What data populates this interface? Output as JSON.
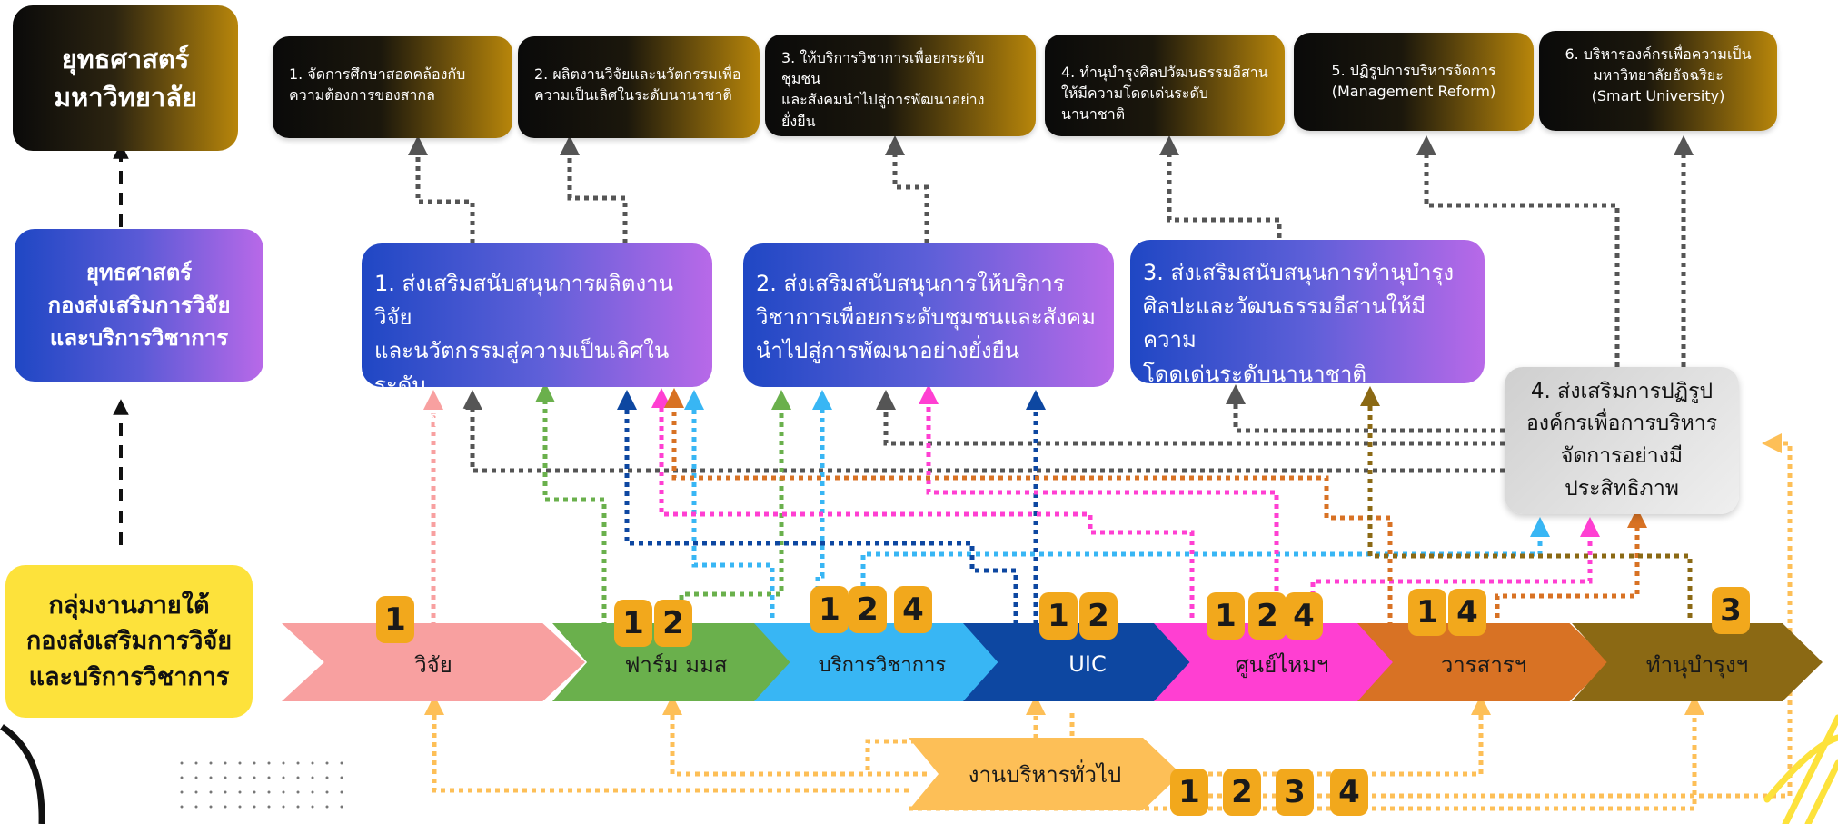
{
  "left": {
    "university_strategy": "ยุทธศาสตร์\nมหาวิทยาลัย",
    "division_strategy": "ยุทธศาสตร์\nกองส่งเสริมการวิจัย\nและบริการวิชาการ",
    "work_groups": "กลุ่มงานภายใต้\nกองส่งเสริมการวิจัย\nและบริการวิชาการ"
  },
  "university_strategies": [
    {
      "text": "1. จัดการศึกษาสอดคล้องกับ\nความต้องการของสากล"
    },
    {
      "text": "2. ผลิตงานวิจัยและนวัตกรรมเพื่อ\nความเป็นเลิศในระดับนานาชาติ"
    },
    {
      "text": "3. ให้บริการวิชาการเพื่อยกระดับชุมชน\nและสังคมนำไปสู่การพัฒนาอย่าง\nยั่งยืน"
    },
    {
      "text": "4. ทำนุบำรุงศิลปวัฒนธรรมอีสาน\nให้มีความโดดเด่นระดับนานาชาติ"
    },
    {
      "text": "5. ปฏิรูปการบริหารจัดการ\n(Management Reform)"
    },
    {
      "text": "6. บริหารองค์กรเพื่อความเป็น\nมหาวิทยาลัยอัจฉริยะ\n(Smart University)"
    }
  ],
  "division_strategies": [
    {
      "text": "1. ส่งเสริมสนับสนุนการผลิตงานวิจัย\nและนวัตกรรมสู่ความเป็นเลิศในระดับ\nนานาชาติ"
    },
    {
      "text": "2. ส่งเสริมสนับสนุนการให้บริการ\nวิชาการเพื่อยกระดับชุมชนและสังคม\nนำไปสู่การพัฒนาอย่างยั่งยืน"
    },
    {
      "text": "3. ส่งเสริมสนับสนุนการทำนุบำรุง\nศิลปะและวัฒนธรรมอีสานให้มีความ\nโดดเด่นระดับนานาชาติ"
    },
    {
      "text": "4. ส่งเสริมการปฏิรูป\nองค์กรเพื่อการบริหาร\nจัดการอย่างมีประสิทธิภาพ"
    }
  ],
  "units": [
    {
      "label": "วิจัย",
      "badges": [
        "1"
      ],
      "color": "#f8a0a0"
    },
    {
      "label": "ฟาร์ม มมส",
      "badges": [
        "1",
        "2"
      ],
      "color": "#6ab04c"
    },
    {
      "label": "บริการวิชาการ",
      "badges": [
        "1",
        "2",
        "4"
      ],
      "color": "#38b6f4"
    },
    {
      "label": "UIC",
      "badges": [
        "1",
        "2"
      ],
      "color": "#0d47a1"
    },
    {
      "label": "ศูนย์ไหมฯ",
      "badges": [
        "1",
        "2",
        "4"
      ],
      "color": "#ff3fd2"
    },
    {
      "label": "วารสารฯ",
      "badges": [
        "1",
        "4"
      ],
      "color": "#d87224"
    },
    {
      "label": "ทำนุบำรุงฯ",
      "badges": [
        "3"
      ],
      "color": "#8b6914"
    }
  ],
  "general_admin": {
    "label": "งานบริหารทั่วไป",
    "badges": [
      "1",
      "2",
      "3",
      "4"
    ],
    "color": "#fdbf57"
  }
}
